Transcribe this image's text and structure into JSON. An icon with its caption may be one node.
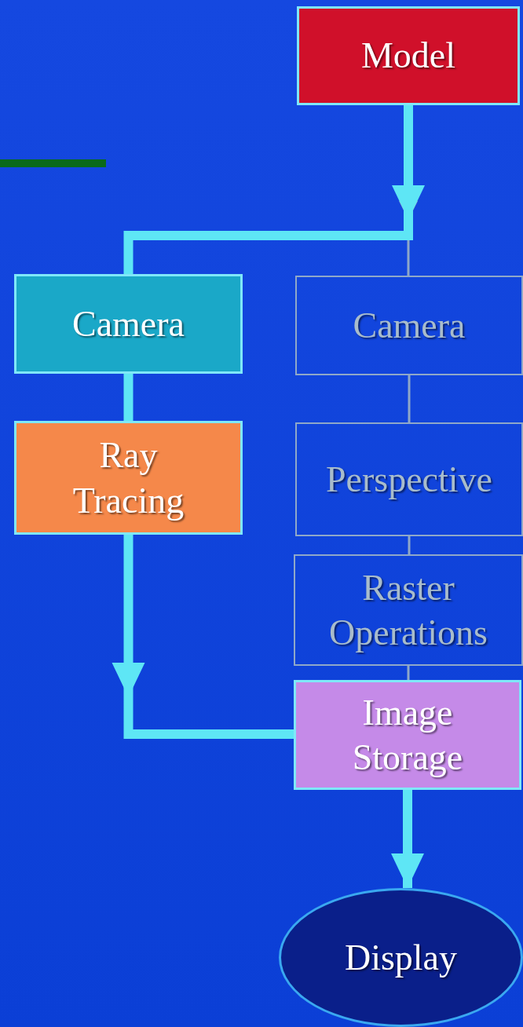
{
  "diagram": {
    "nodes": [
      {
        "text": [
          "Model"
        ]
      },
      {
        "text": [
          "Camera"
        ]
      },
      {
        "text": [
          "Camera"
        ]
      },
      {
        "text": [
          "Ray Tracing"
        ]
      },
      {
        "text": [
          "Perspective"
        ]
      },
      {
        "text": [
          "Raster Operations"
        ]
      },
      {
        "text": [
          "Image Storage"
        ]
      },
      {
        "text": [
          "Display"
        ]
      }
    ],
    "edges": [
      {
        "from": 0,
        "to": 1,
        "arrow": "to",
        "style": "thick"
      },
      {
        "from": 0,
        "to": 2,
        "arrow": "to",
        "color": "#8fa8c8"
      },
      {
        "from": 1,
        "to": 3,
        "arrow": "none",
        "style": "thick"
      },
      {
        "from": 2,
        "to": 4,
        "arrow": "none",
        "color": "#8fa8c8"
      },
      {
        "from": 4,
        "to": 5,
        "arrow": "none",
        "color": "#8fa8c8"
      },
      {
        "from": 5,
        "to": 6,
        "arrow": "none",
        "color": "#8fa8c8"
      },
      {
        "from": 3,
        "to": 6,
        "arrow": "to",
        "style": "thick"
      },
      {
        "from": 6,
        "to": 7,
        "arrow": "to",
        "style": "thick"
      }
    ]
  }
}
